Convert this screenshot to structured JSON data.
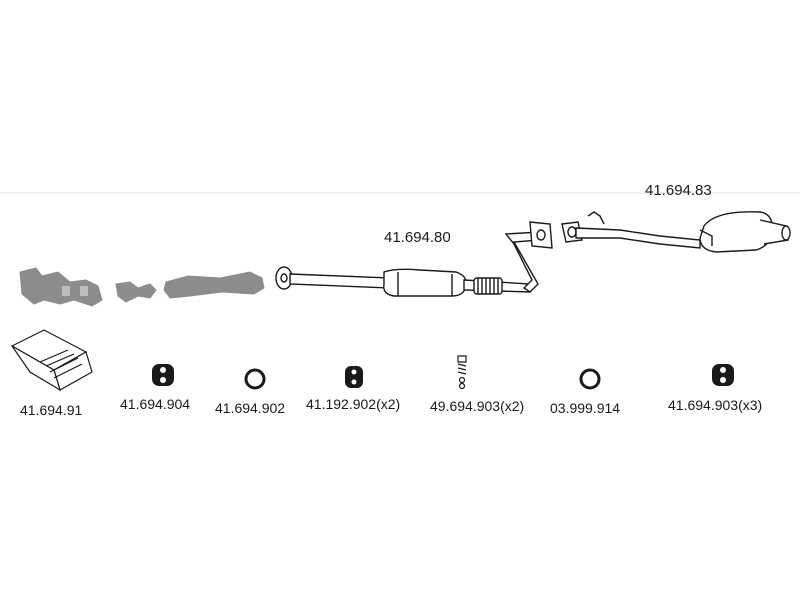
{
  "assembly_labels": {
    "front_pipe_muffler": "41.694.80",
    "rear_muffler": "41.694.83"
  },
  "parts": [
    {
      "icon": "mounting-kit-box-icon",
      "code": "41.694.91"
    },
    {
      "icon": "rubber-hanger-icon",
      "code": "41.694.904"
    },
    {
      "icon": "sealing-ring-icon",
      "code": "41.694.902"
    },
    {
      "icon": "rubber-hanger-icon",
      "code": "41.192.902(x2)"
    },
    {
      "icon": "spring-bolt-icon",
      "code": "49.694.903(x2)"
    },
    {
      "icon": "sealing-ring-icon",
      "code": "03.999.914"
    },
    {
      "icon": "rubber-hanger-icon",
      "code": "41.694.903(x3)"
    }
  ],
  "colors": {
    "line": "#1a1a1a",
    "ghost_parts": "#8c8c8c",
    "background": "#ffffff"
  }
}
